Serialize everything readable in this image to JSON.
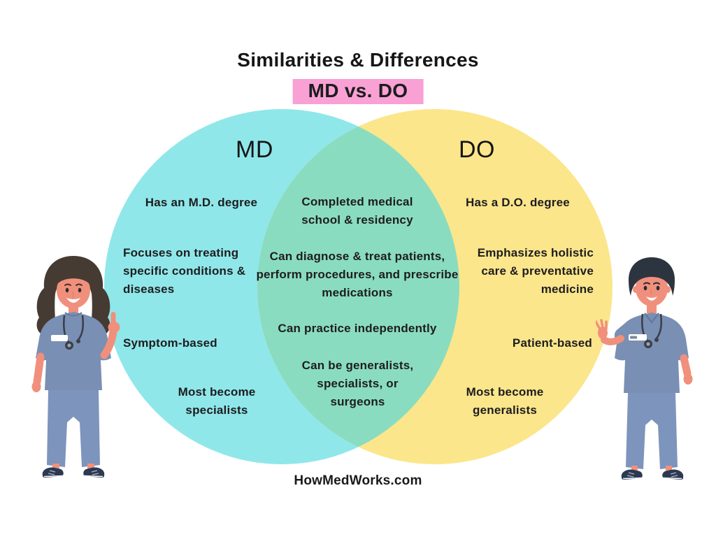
{
  "title": "Similarities & Differences",
  "subtitle": "MD vs. DO",
  "footer": "HowMedWorks.com",
  "colors": {
    "left_circle": "#90E7EA",
    "right_circle": "#FBE68B",
    "overlap": "#8ADCC0",
    "highlight": "#F9A1D4",
    "text": "#1D1D1F",
    "skin": "#F0907C",
    "scrubs": "#7A8FB4",
    "pants": "#7D94BD",
    "hair_female": "#463B32",
    "hair_male": "#2C3440",
    "shoes": "#2B3952",
    "stethoscope": "#3A4149"
  },
  "venn": {
    "left": {
      "label": "MD",
      "items": [
        "Has an M.D. degree",
        "Focuses on treating specific conditions & diseases",
        "Symptom-based",
        "Most become specialists"
      ]
    },
    "overlap": {
      "items": [
        "Completed medical school & residency",
        "Can diagnose & treat patients, perform procedures, and prescribe medications",
        "Can practice independently",
        "Can be generalists, specialists, or surgeons"
      ]
    },
    "right": {
      "label": "DO",
      "items": [
        "Has a D.O. degree",
        "Emphasizes holistic care & preventative medicine",
        "Patient-based",
        "Most become generalists"
      ]
    }
  },
  "illustrations": {
    "left": "female-doctor-thumbs-up",
    "right": "male-doctor-presenting"
  }
}
